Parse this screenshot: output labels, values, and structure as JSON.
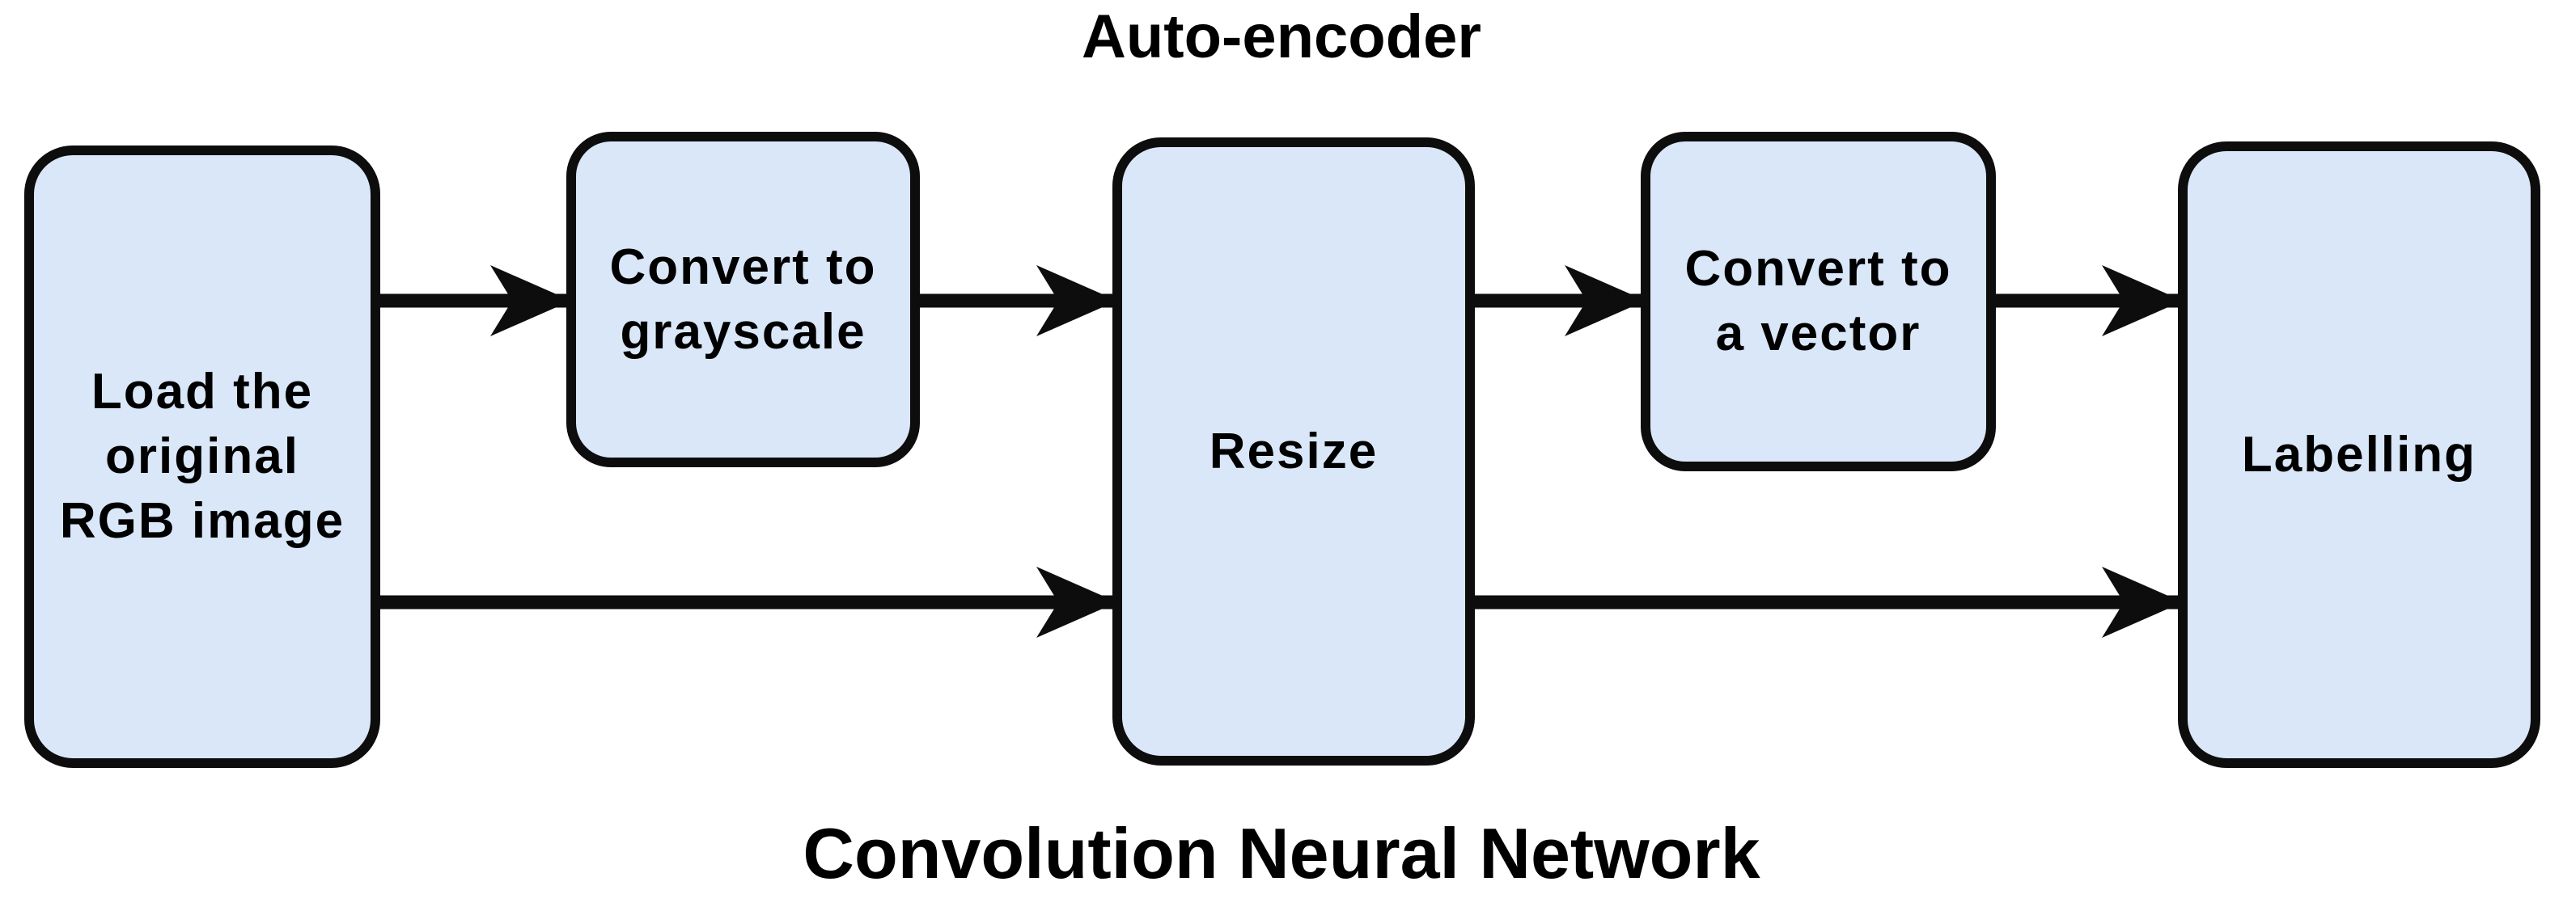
{
  "diagram": {
    "top_label": "Auto-encoder",
    "bottom_label": "Convolution Neural Network",
    "nodes": [
      {
        "id": "load-rgb-image",
        "label": "Load the\noriginal\nRGB image"
      },
      {
        "id": "convert-to-grayscale",
        "label": "Convert to\ngrayscale"
      },
      {
        "id": "resize",
        "label": "Resize"
      },
      {
        "id": "convert-to-a-vector",
        "label": "Convert to\na vector"
      },
      {
        "id": "labelling",
        "label": "Labelling"
      }
    ],
    "edges": [
      {
        "from": "load-rgb-image",
        "to": "convert-to-grayscale",
        "branch": "auto-encoder"
      },
      {
        "from": "convert-to-grayscale",
        "to": "resize",
        "branch": "auto-encoder"
      },
      {
        "from": "resize",
        "to": "convert-to-a-vector",
        "branch": "auto-encoder"
      },
      {
        "from": "convert-to-a-vector",
        "to": "labelling",
        "branch": "auto-encoder"
      },
      {
        "from": "load-rgb-image",
        "to": "resize",
        "branch": "convolution-neural-network"
      },
      {
        "from": "resize",
        "to": "labelling",
        "branch": "convolution-neural-network"
      }
    ],
    "colors": {
      "node_fill": "#d9e7f8",
      "node_border": "#0d0d0d",
      "arrow": "#0d0d0d",
      "text": "#000000",
      "background": "#ffffff"
    }
  }
}
